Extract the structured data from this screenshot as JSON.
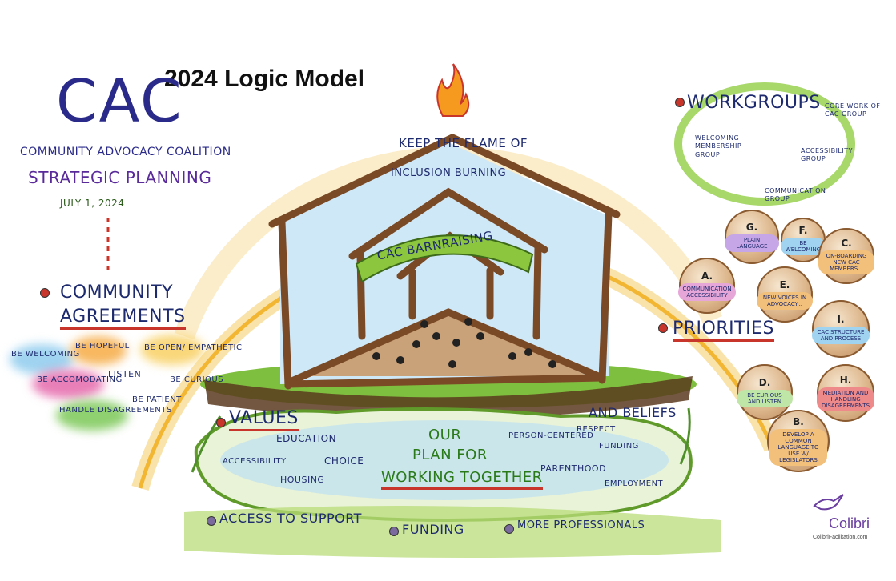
{
  "title": "2024 Logic Model",
  "cac": {
    "acronym": "CAC",
    "name": "COMMUNITY ADVOCACY COALITION",
    "subtitle": "STRATEGIC PLANNING",
    "date": "JULY 1, 2024"
  },
  "barn": {
    "flame_line1": "KEEP THE FLAME OF",
    "flame_line2": "INCLUSION BURNING",
    "banner": "CAC BARNRAISING"
  },
  "agreements": {
    "heading_line1": "COMMUNITY",
    "heading_line2": "AGREEMENTS",
    "items": [
      "BE WELCOMING",
      "BE HOPEFUL",
      "BE OPEN/ EMPATHETIC",
      "BE ACCOMODATING",
      "LISTEN",
      "BE CURIOUS",
      "HANDLE DISAGREEMENTS",
      "BE PATIENT"
    ]
  },
  "workgroups": {
    "heading": "WORKGROUPS",
    "items": [
      "WELCOMING MEMBERSHIP GROUP",
      "CORE WORK OF CAC GROUP",
      "ACCESSIBILITY GROUP",
      "COMMUNICATION GROUP"
    ]
  },
  "priorities": {
    "heading": "PRIORITIES",
    "bubbles": [
      {
        "letter": "G.",
        "label": "PLAIN LANGUAGE"
      },
      {
        "letter": "F.",
        "label": "BE WELCOMING"
      },
      {
        "letter": "C.",
        "label": "ON-BOARDING NEW CAC MEMBERS..."
      },
      {
        "letter": "A.",
        "label": "COMMUNICATION ACCESSIBILITY"
      },
      {
        "letter": "E.",
        "label": "NEW VOICES IN ADVOCACY..."
      },
      {
        "letter": "I.",
        "label": "CAC STRUCTURE and PROCESS"
      },
      {
        "letter": "D.",
        "label": "BE CURIOUS and LISTEN"
      },
      {
        "letter": "H.",
        "label": "MEDIATION and HANDLING DISAGREEMENTS"
      },
      {
        "letter": "B.",
        "label": "DEVELOP A COMMON LANGUAGE TO USE W/ LEGISLATORS"
      }
    ]
  },
  "values": {
    "heading": "VALUES",
    "beliefs_heading": "and BELIEFS",
    "center_line1": "OUR",
    "center_line2": "PLAN FOR",
    "center_line3": "WORKING TOGETHER",
    "items": [
      "EDUCATION",
      "ACCESSIBILITY",
      "CHOICE",
      "HOUSING",
      "PERSON-CENTERED",
      "RESPECT",
      "FUNDING",
      "PARENTHOOD",
      "EMPLOYMENT"
    ]
  },
  "ground": {
    "items": [
      "ACCESS TO SUPPORT",
      "FUNDING",
      "MORE PROFESSIONALS"
    ]
  },
  "logo": {
    "name": "Colibri",
    "url": "ColibriFacilitation.com"
  },
  "colors": {
    "arc": "#f2b632",
    "navy": "#1d2a6e",
    "red": "#c8352a",
    "wood": "#7a4a26",
    "green": "#7fbf3f",
    "purple": "#6a3fa0"
  }
}
